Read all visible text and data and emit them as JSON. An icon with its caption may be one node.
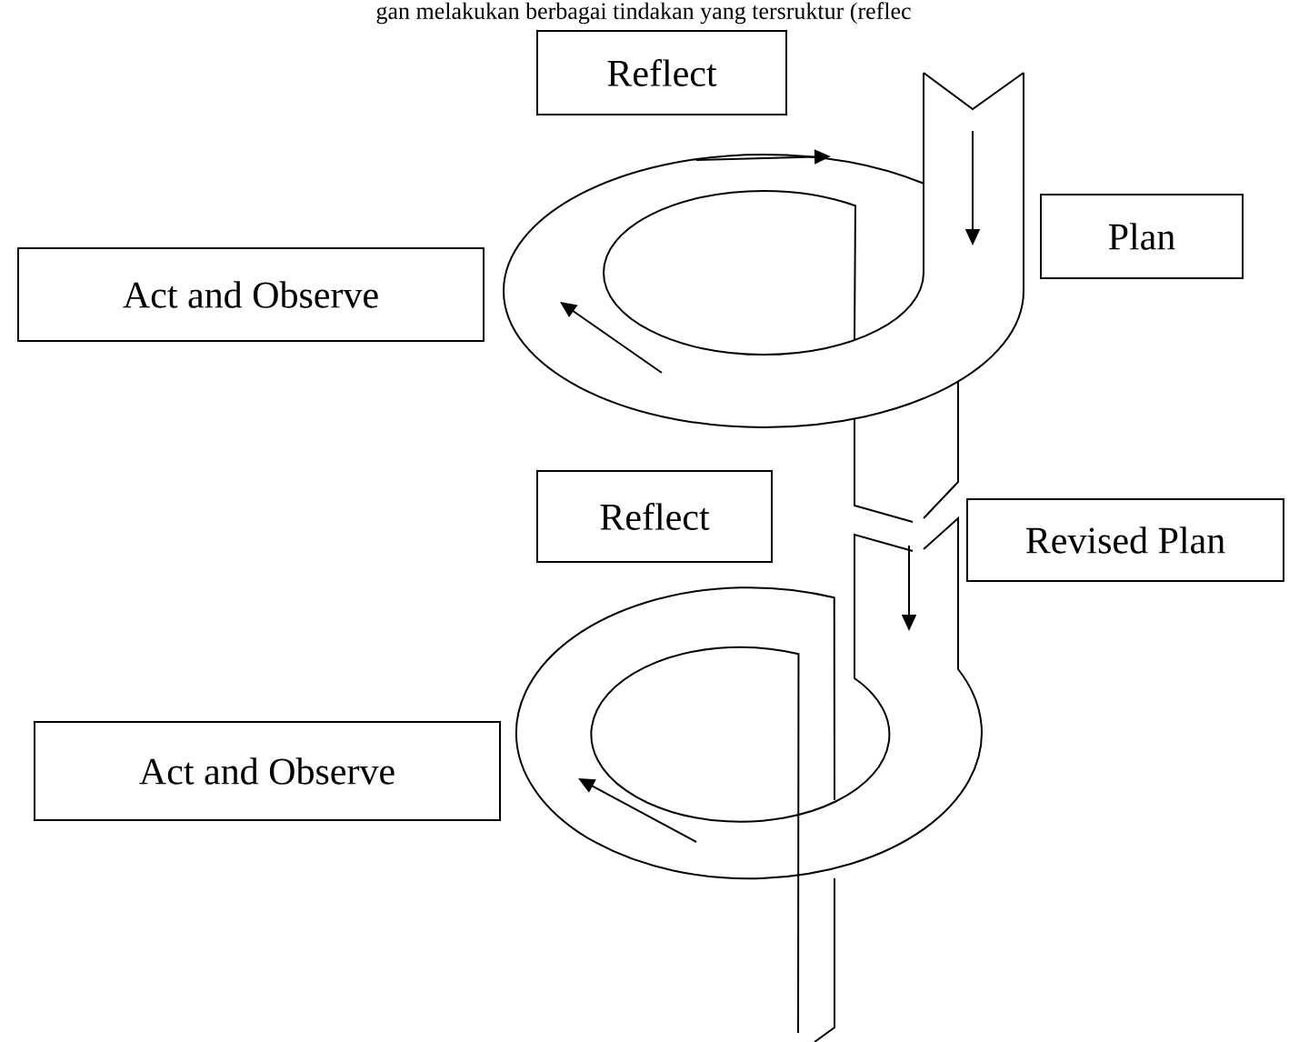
{
  "diagram": {
    "nodes": [
      {
        "text": [
          "Reflect"
        ]
      },
      {
        "text": [
          "Plan"
        ]
      },
      {
        "text": [
          "Act and Observe"
        ]
      },
      {
        "text": [
          "Reflect"
        ]
      },
      {
        "text": [
          "Revised Plan"
        ]
      },
      {
        "text": [
          "Act and Observe"
        ]
      }
    ],
    "labels": [
      "gan melakukan berbagai tindakan yang tersruktur (reflec"
    ]
  }
}
